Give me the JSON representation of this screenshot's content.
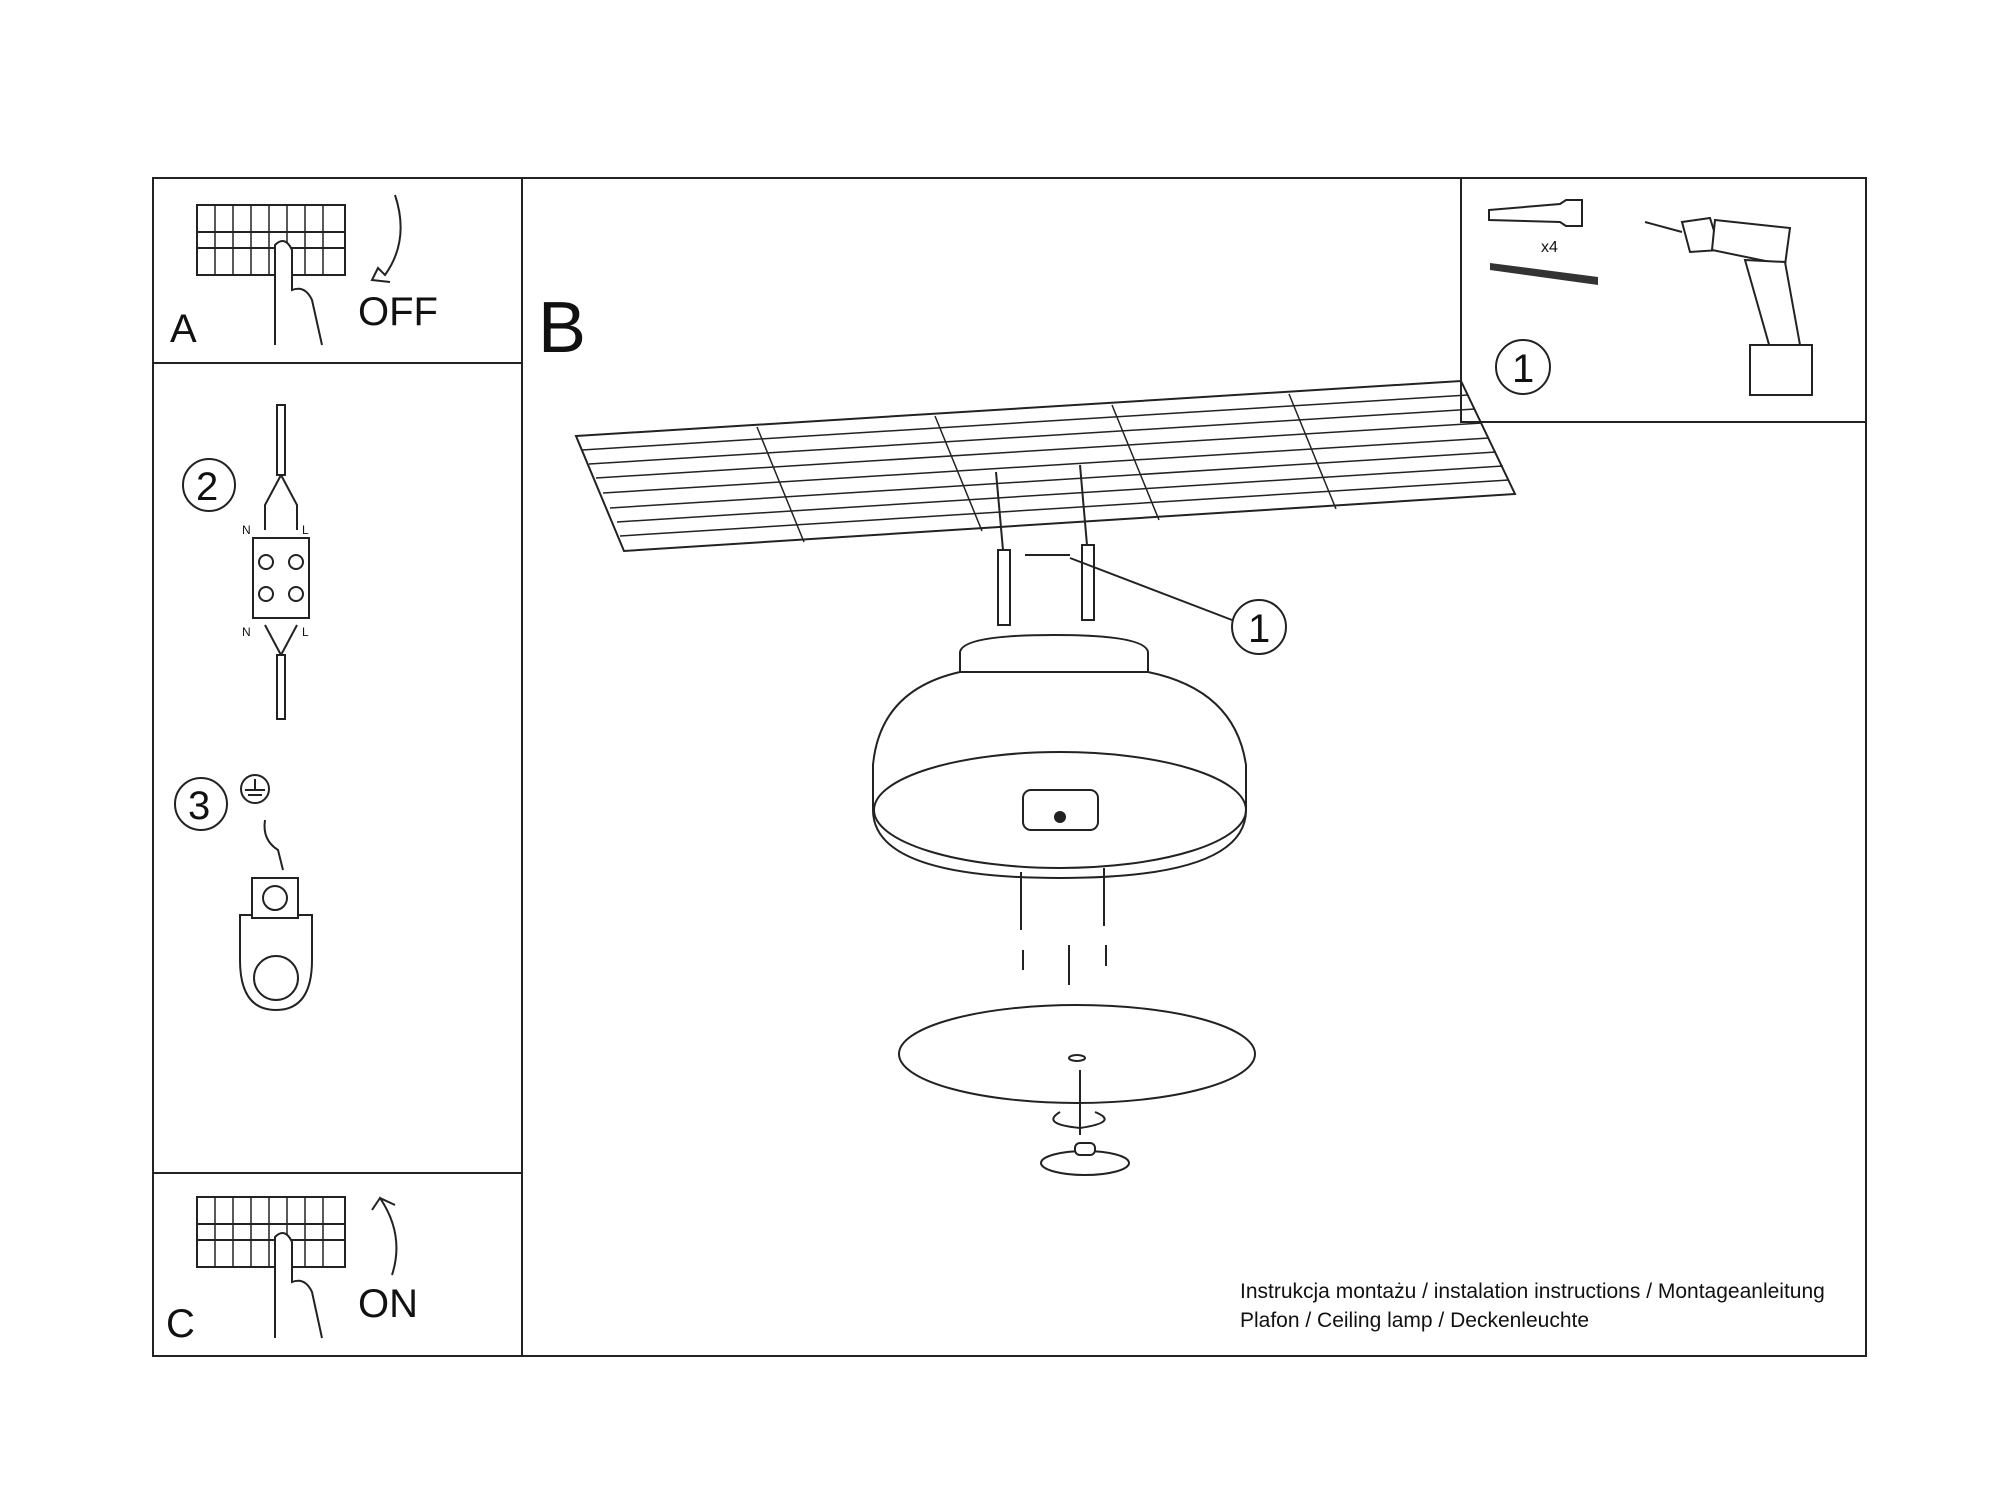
{
  "panels": {
    "a": {
      "letter": "A",
      "action": "OFF"
    },
    "b": {
      "letter": "B"
    },
    "c": {
      "letter": "C",
      "action": "ON"
    }
  },
  "steps": {
    "step1": "1",
    "step2": "2",
    "step3": "3",
    "callout": "1"
  },
  "tools": {
    "quantity": "x4",
    "step": "1"
  },
  "terminal_labels": {
    "n_top": "N",
    "l_top": "L",
    "n_bottom": "N",
    "l_bottom": "L"
  },
  "footer": {
    "line1": "Instrukcja montażu / instalation instructions / Montageanleitung",
    "line2": "Plafon / Ceiling lamp / Deckenleuchte"
  }
}
